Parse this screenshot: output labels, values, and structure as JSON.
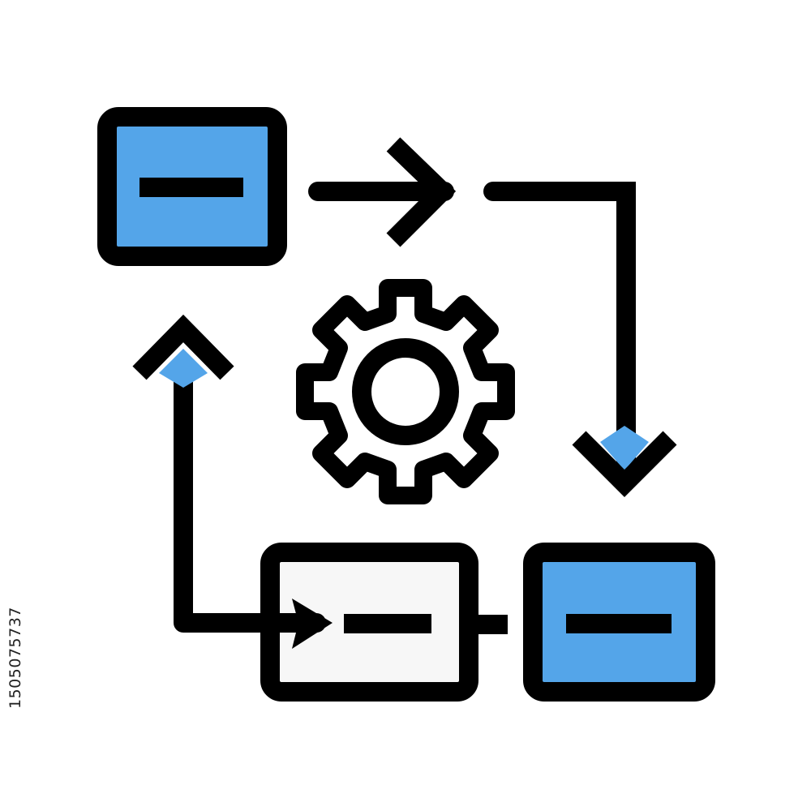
{
  "colors": {
    "stroke": "#000000",
    "accent_blue": "#54a5e9",
    "light_fill": "#f7f7f7",
    "background": "#ffffff"
  },
  "icon": {
    "name": "workflow-process-icon",
    "parts": [
      "process-box-top-left",
      "process-box-bottom-right",
      "process-box-bottom-middle",
      "gear-icon",
      "arrow-right-icon",
      "arrow-down-icon",
      "arrow-up-icon"
    ]
  },
  "watermark": {
    "stock_id": "1505075737"
  }
}
